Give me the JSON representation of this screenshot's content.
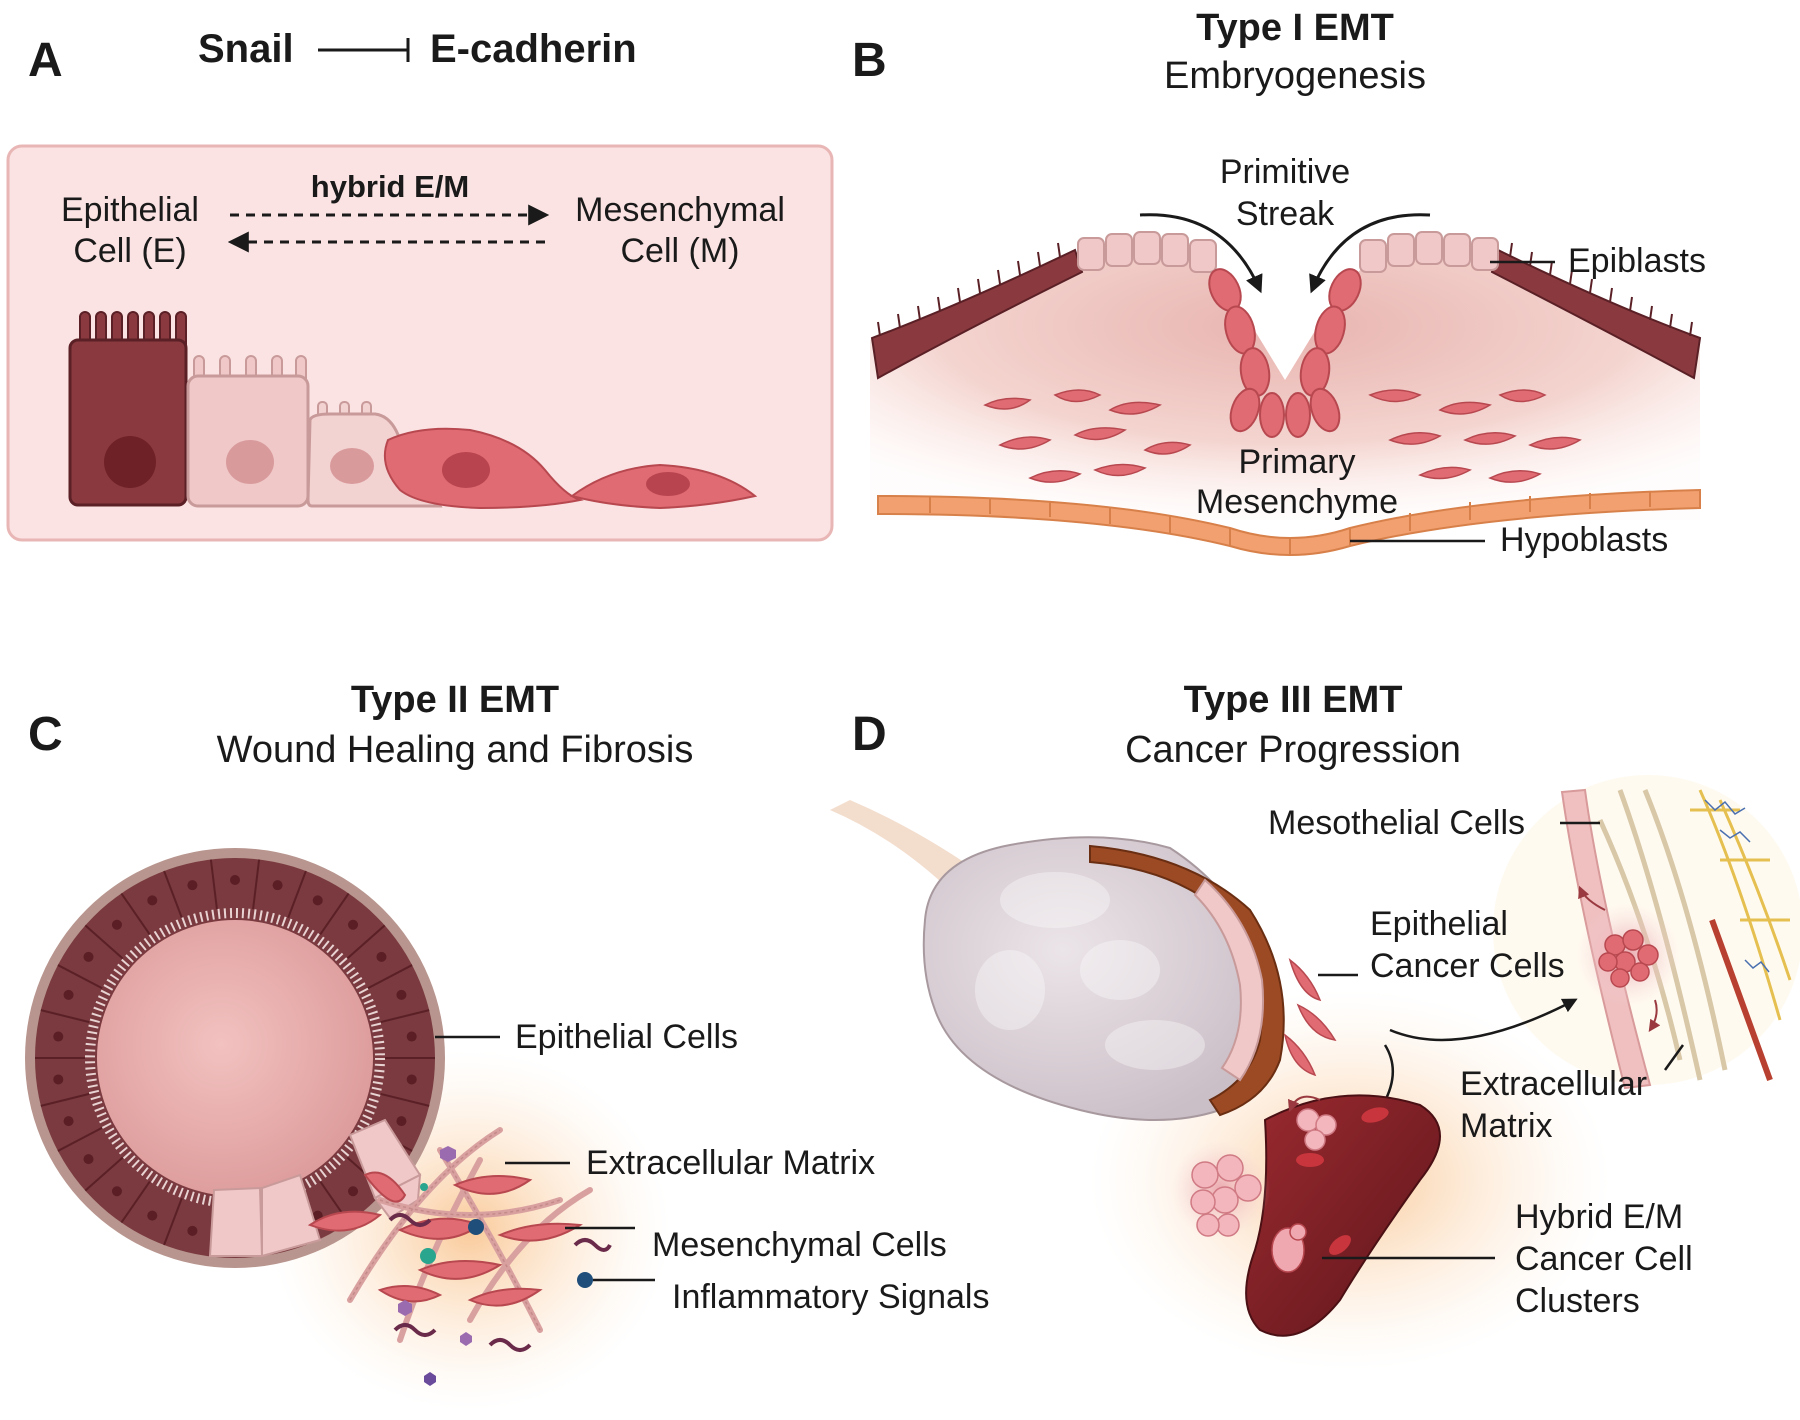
{
  "panels": {
    "a": {
      "letter": "A",
      "snail": "Snail",
      "ecadherin": "E-cadherin",
      "hybrid": "hybrid E/M",
      "epithelial": [
        "Epithelial",
        "Cell (E)"
      ],
      "mesenchymal": [
        "Mesenchymal",
        "Cell (M)"
      ]
    },
    "b": {
      "letter": "B",
      "title": "Type I EMT",
      "subtitle": "Embryogenesis",
      "primitive_streak": [
        "Primitive",
        "Streak"
      ],
      "epiblasts": "Epiblasts",
      "primary_mesenchyme": [
        "Primary",
        "Mesenchyme"
      ],
      "hypoblasts": "Hypoblasts"
    },
    "c": {
      "letter": "C",
      "title": "Type II EMT",
      "subtitle": "Wound Healing and Fibrosis",
      "epithelial_cells": "Epithelial Cells",
      "extracellular_matrix": "Extracellular Matrix",
      "mesenchymal_cells": "Mesenchymal Cells",
      "inflammatory_signals": "Inflammatory Signals"
    },
    "d": {
      "letter": "D",
      "title": "Type III EMT",
      "subtitle": "Cancer Progression",
      "mesothelial_cells": "Mesothelial Cells",
      "epithelial_cancer_cells": [
        "Epithelial",
        "Cancer Cells"
      ],
      "extracellular_matrix": [
        "Extracellular",
        "Matrix"
      ],
      "hybrid_clusters": [
        "Hybrid E/M",
        "Cancer Cell",
        "Clusters"
      ]
    }
  },
  "colors": {
    "epithelial_dark": "#8a3a3f",
    "epithelial_light": "#f0c8c8",
    "mesenchymal": "#e06b72",
    "panel_bg": "#fbe3e3",
    "hypoblast": "#f2a070",
    "ecm": "#d9a0a0",
    "vessel": "#7a1e24",
    "ovary": "#d9d0d6"
  }
}
